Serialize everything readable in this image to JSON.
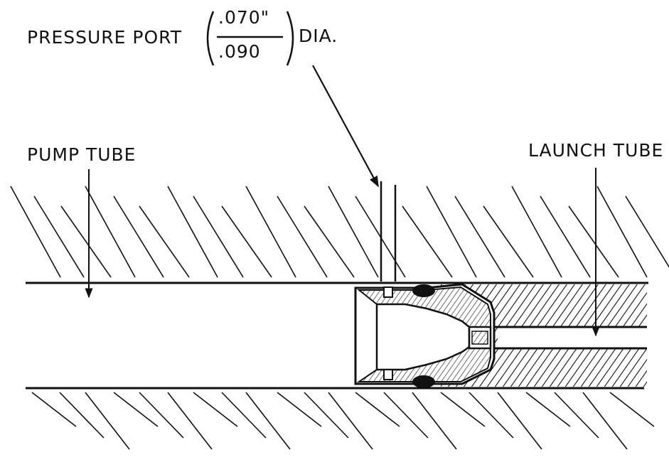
{
  "labels": {
    "pressure_port": "PRESSURE PORT",
    "port_numerator": ".070\"",
    "port_denominator": ".090",
    "port_suffix": "DIA.",
    "pump_tube": "PUMP TUBE",
    "launch_tube": "LAUNCH TUBE"
  },
  "colors": {
    "ink": "#111111",
    "background": "#ffffff"
  }
}
